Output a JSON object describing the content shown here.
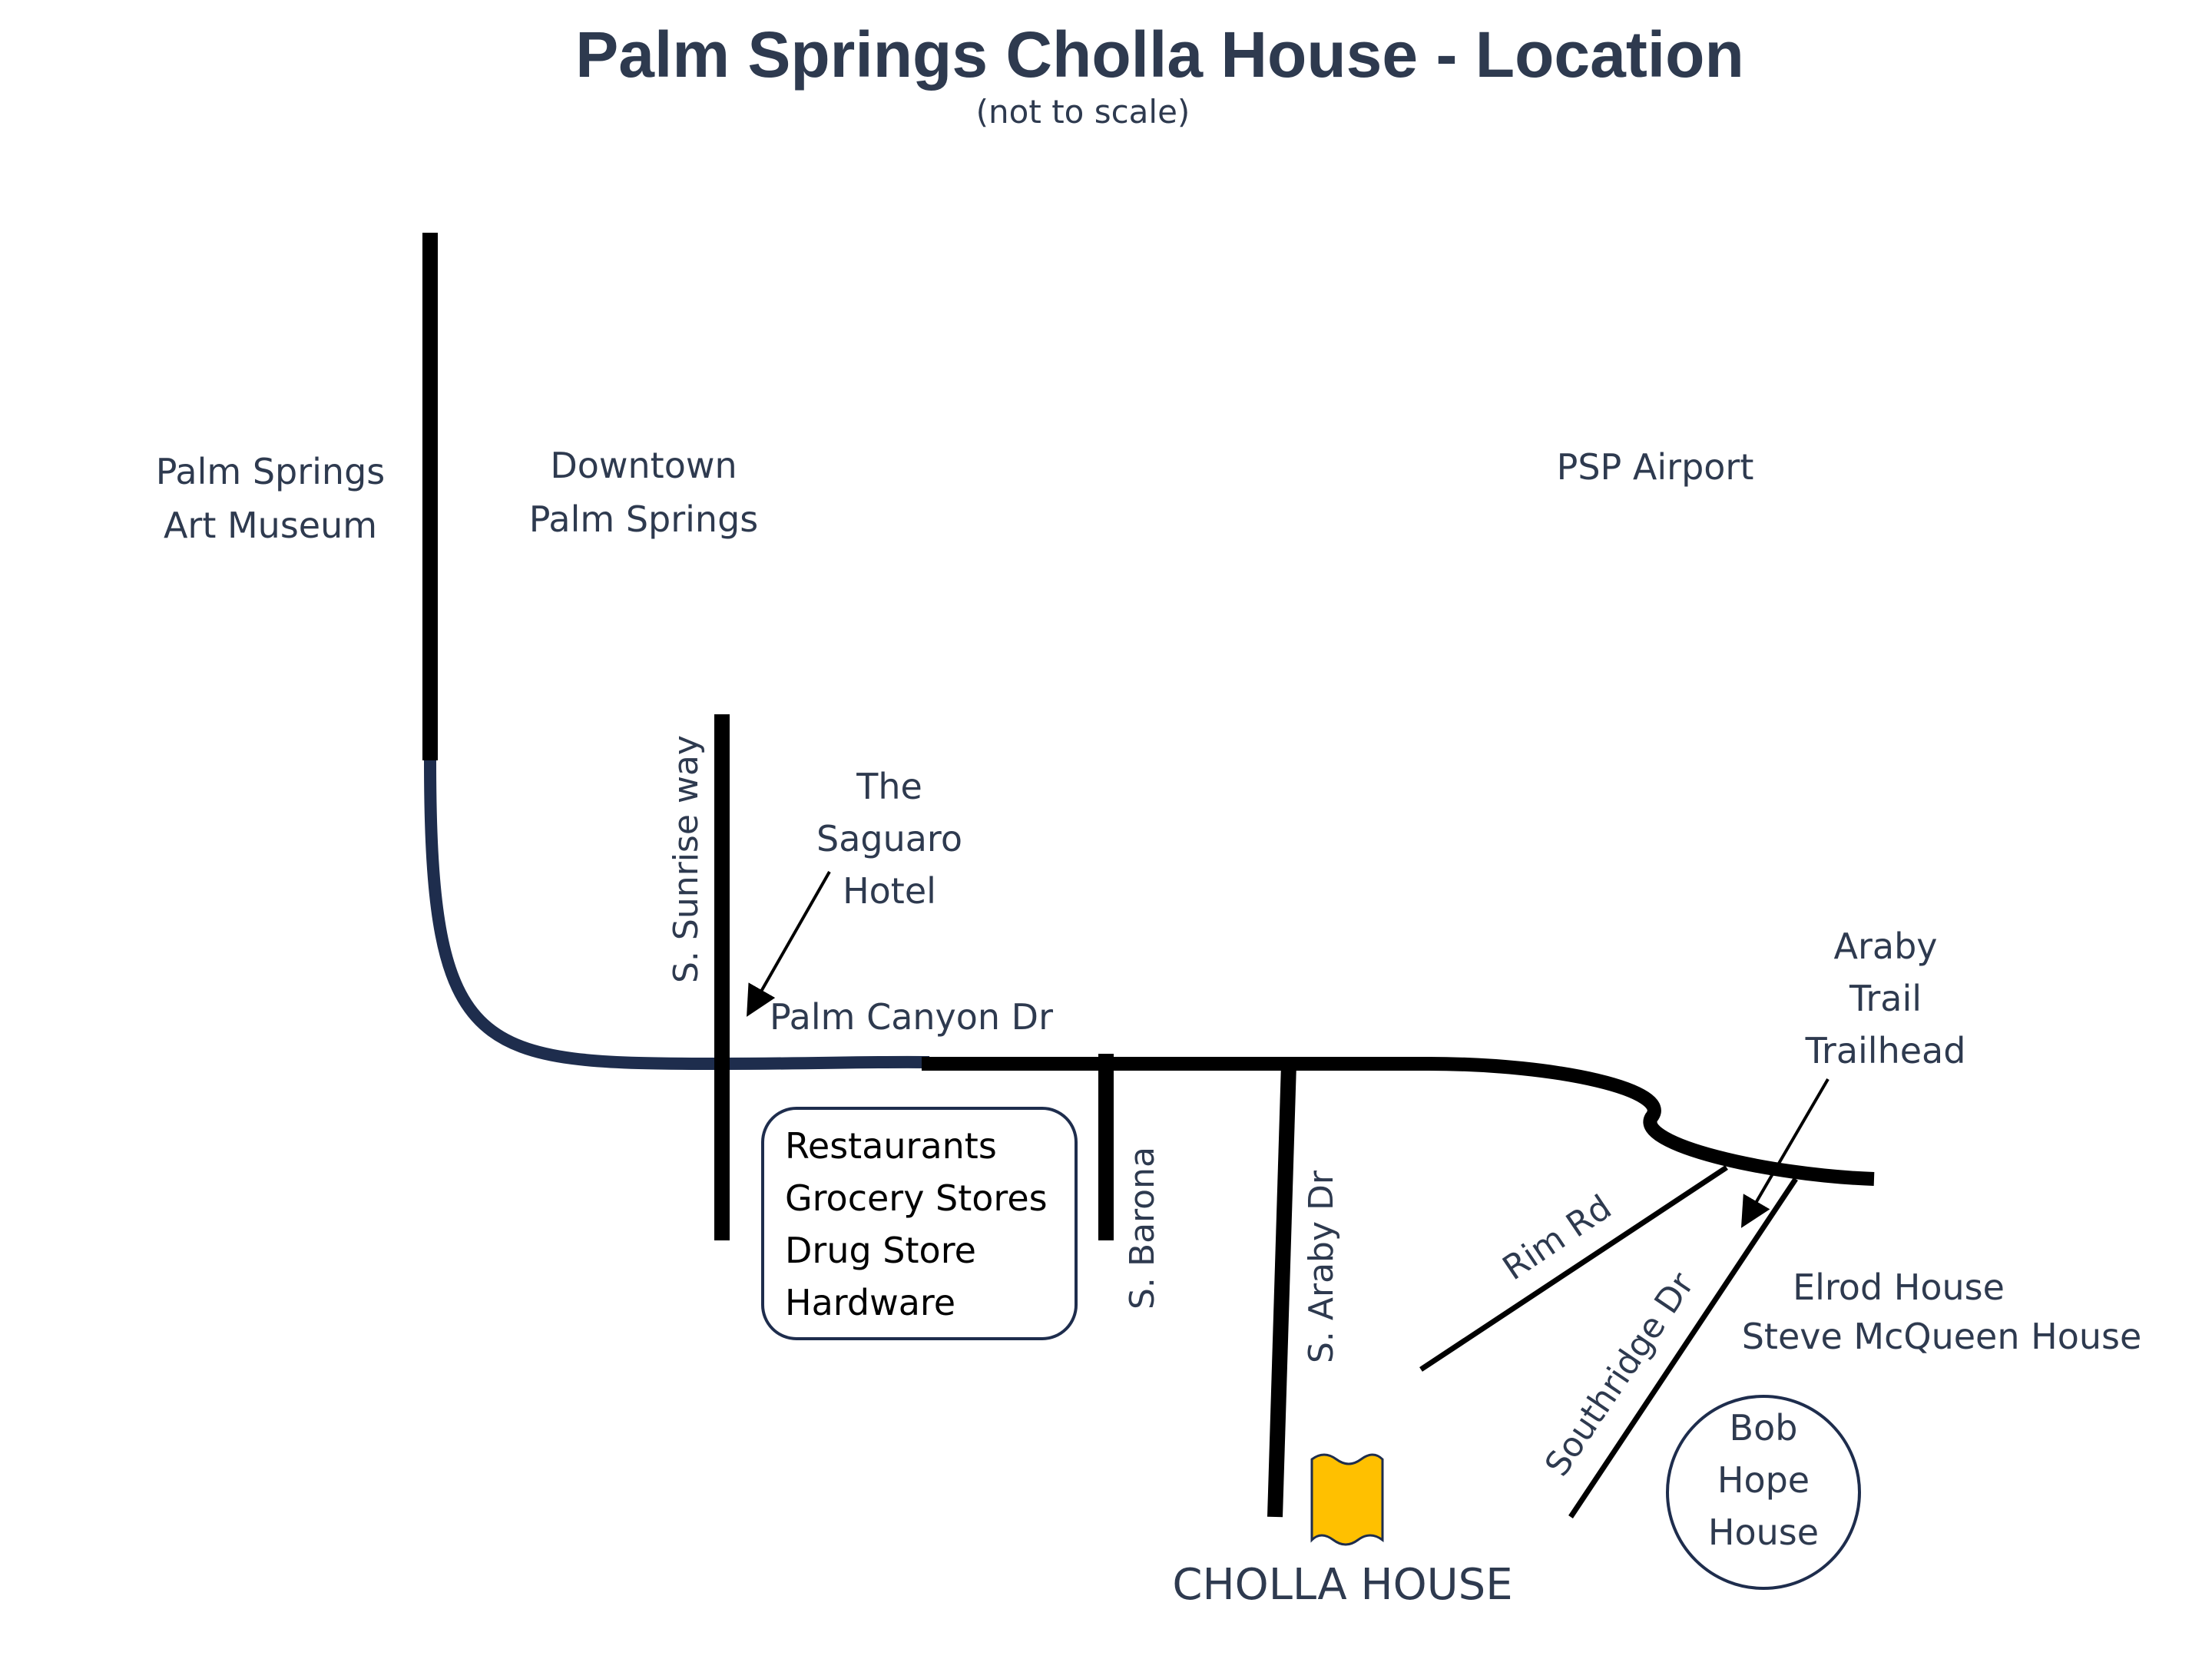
{
  "title": "Palm Springs Cholla House - Location",
  "subtitle": "(not to scale)",
  "colors": {
    "road": "#000000",
    "palm_canyon_curve": "#1e2d4d",
    "label_text": "#2e3a4f",
    "house_marker": "#ffc000"
  },
  "places": {
    "art_museum": [
      "Palm Springs",
      "Art Museum"
    ],
    "downtown": [
      "Downtown",
      "Palm Springs"
    ],
    "airport": "PSP Airport",
    "saguaro": [
      "The",
      "Saguaro",
      "Hotel"
    ],
    "araby_trail": [
      "Araby",
      "Trail",
      "Trailhead"
    ],
    "elrod": [
      "Elrod House",
      "Steve McQueen House"
    ],
    "bob_hope": [
      "Bob",
      "Hope",
      "House"
    ],
    "cholla": "CHOLLA HOUSE"
  },
  "amenities": [
    "Restaurants",
    "Grocery Stores",
    "Drug Store",
    "Hardware"
  ],
  "streets": {
    "sunrise": "S. Sunrise way",
    "palm_canyon": "Palm Canyon Dr",
    "barona": "S. Barona",
    "araby": "S. Araby Dr",
    "rim": "Rim Rd",
    "southridge": "Southridge Dr"
  }
}
